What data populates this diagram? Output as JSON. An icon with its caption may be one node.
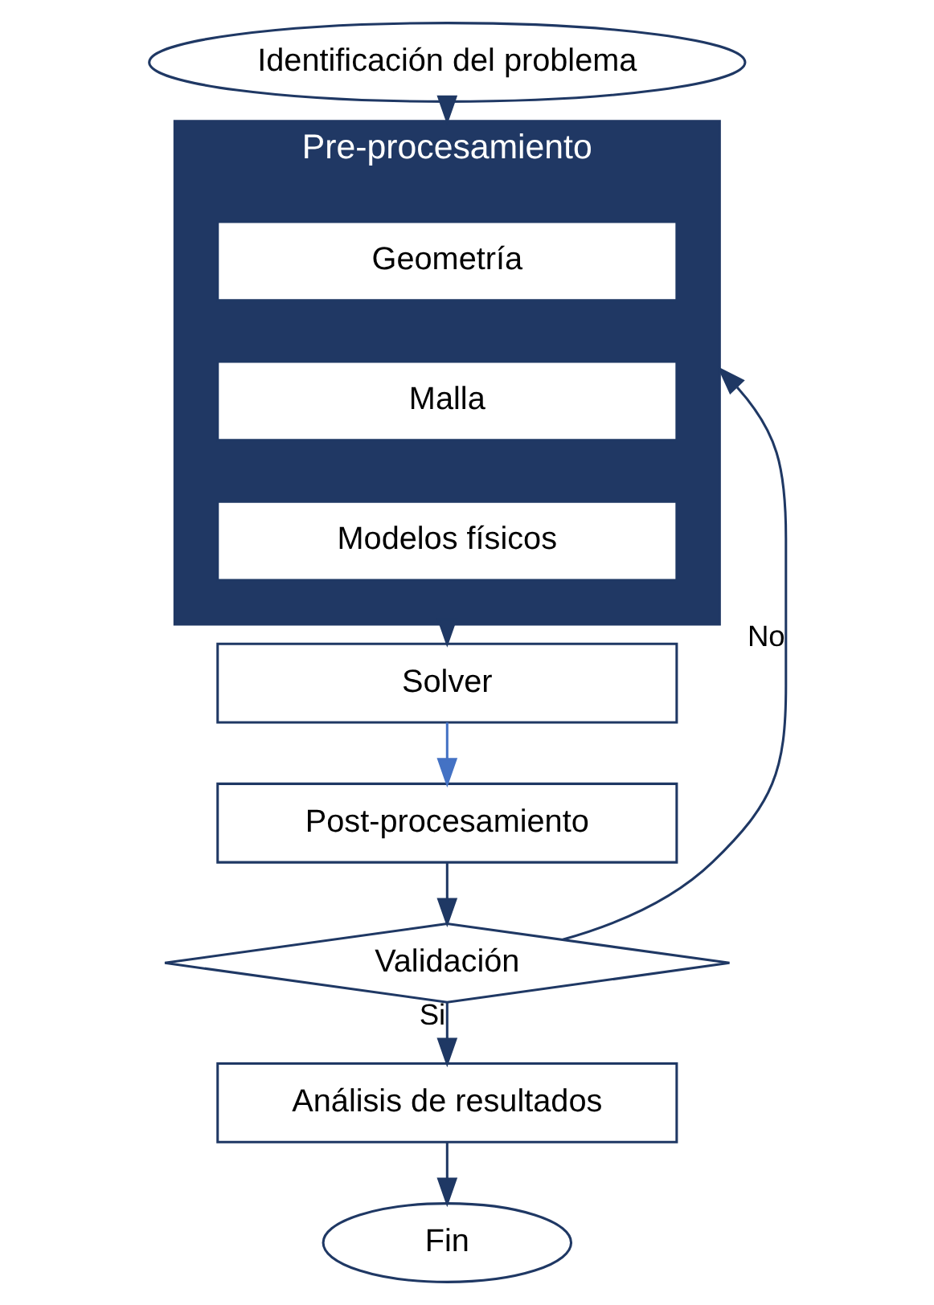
{
  "diagram": {
    "nodes": [
      {
        "text": [
          "Identificación del problema"
        ]
      },
      {
        "text": [
          "Pre-procesamiento"
        ]
      },
      {
        "text": [
          "Geometría"
        ],
        "in": 1
      },
      {
        "text": [
          "Malla"
        ],
        "in": 1
      },
      {
        "text": [
          "Modelos físicos"
        ],
        "in": 1
      },
      {
        "text": [
          "Solver"
        ]
      },
      {
        "text": [
          "Post-procesamiento"
        ]
      },
      {
        "text": [
          "Validación"
        ]
      },
      {
        "text": [
          "Análisis de resultados"
        ]
      },
      {
        "text": [
          "Fin"
        ]
      }
    ],
    "edges": [
      {
        "from": 0,
        "to": 1,
        "arrow": "to"
      },
      {
        "from": 1,
        "to": 5,
        "arrow": "to"
      },
      {
        "from": 5,
        "to": 6,
        "arrow": "to",
        "color": "#4472c4"
      },
      {
        "from": 6,
        "to": 7,
        "arrow": "to"
      },
      {
        "from": 7,
        "to": 1,
        "arrow": "to",
        "label": "No"
      },
      {
        "from": 7,
        "to": 8,
        "arrow": "to",
        "label": "Si"
      },
      {
        "from": 8,
        "to": 9,
        "arrow": "to"
      }
    ]
  }
}
